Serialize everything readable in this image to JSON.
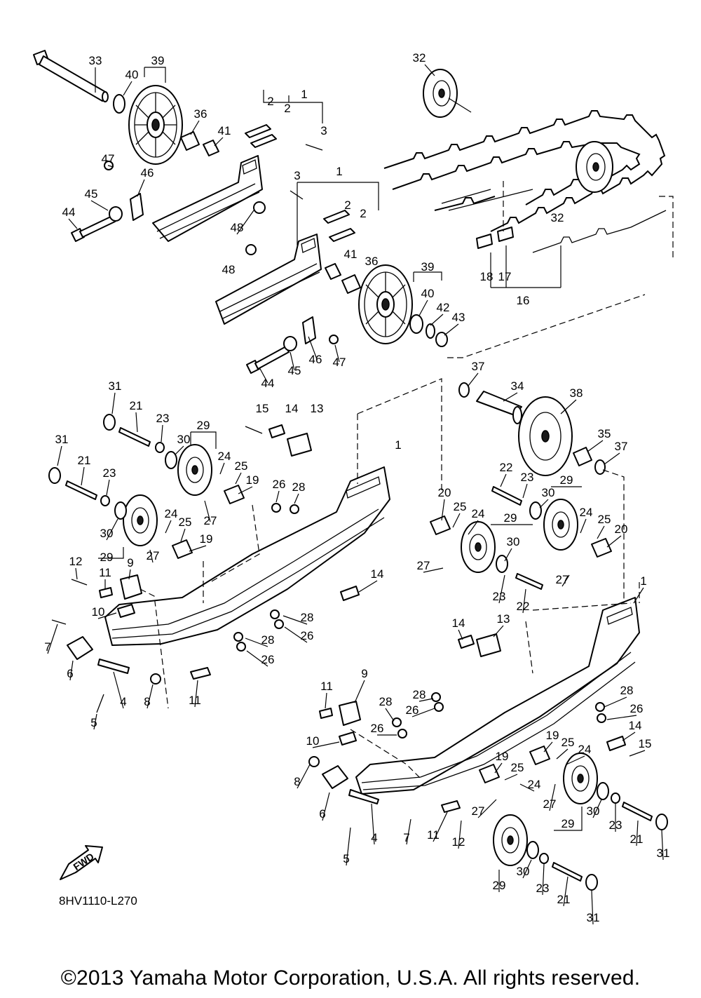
{
  "diagram_code": "8HV1110-L270",
  "fwd_label": "FWD",
  "copyright": "©2013 Yamaha Motor Corporation, U.S.A. All rights reserved.",
  "callouts": [
    "1",
    "2",
    "3",
    "4",
    "5",
    "6",
    "7",
    "8",
    "9",
    "10",
    "11",
    "12",
    "13",
    "14",
    "15",
    "16",
    "17",
    "18",
    "19",
    "20",
    "21",
    "22",
    "23",
    "24",
    "25",
    "26",
    "27",
    "28",
    "29",
    "30",
    "31",
    "32",
    "33",
    "34",
    "35",
    "36",
    "37",
    "38",
    "39",
    "40",
    "41",
    "42",
    "43",
    "44",
    "45",
    "46",
    "47",
    "48"
  ]
}
